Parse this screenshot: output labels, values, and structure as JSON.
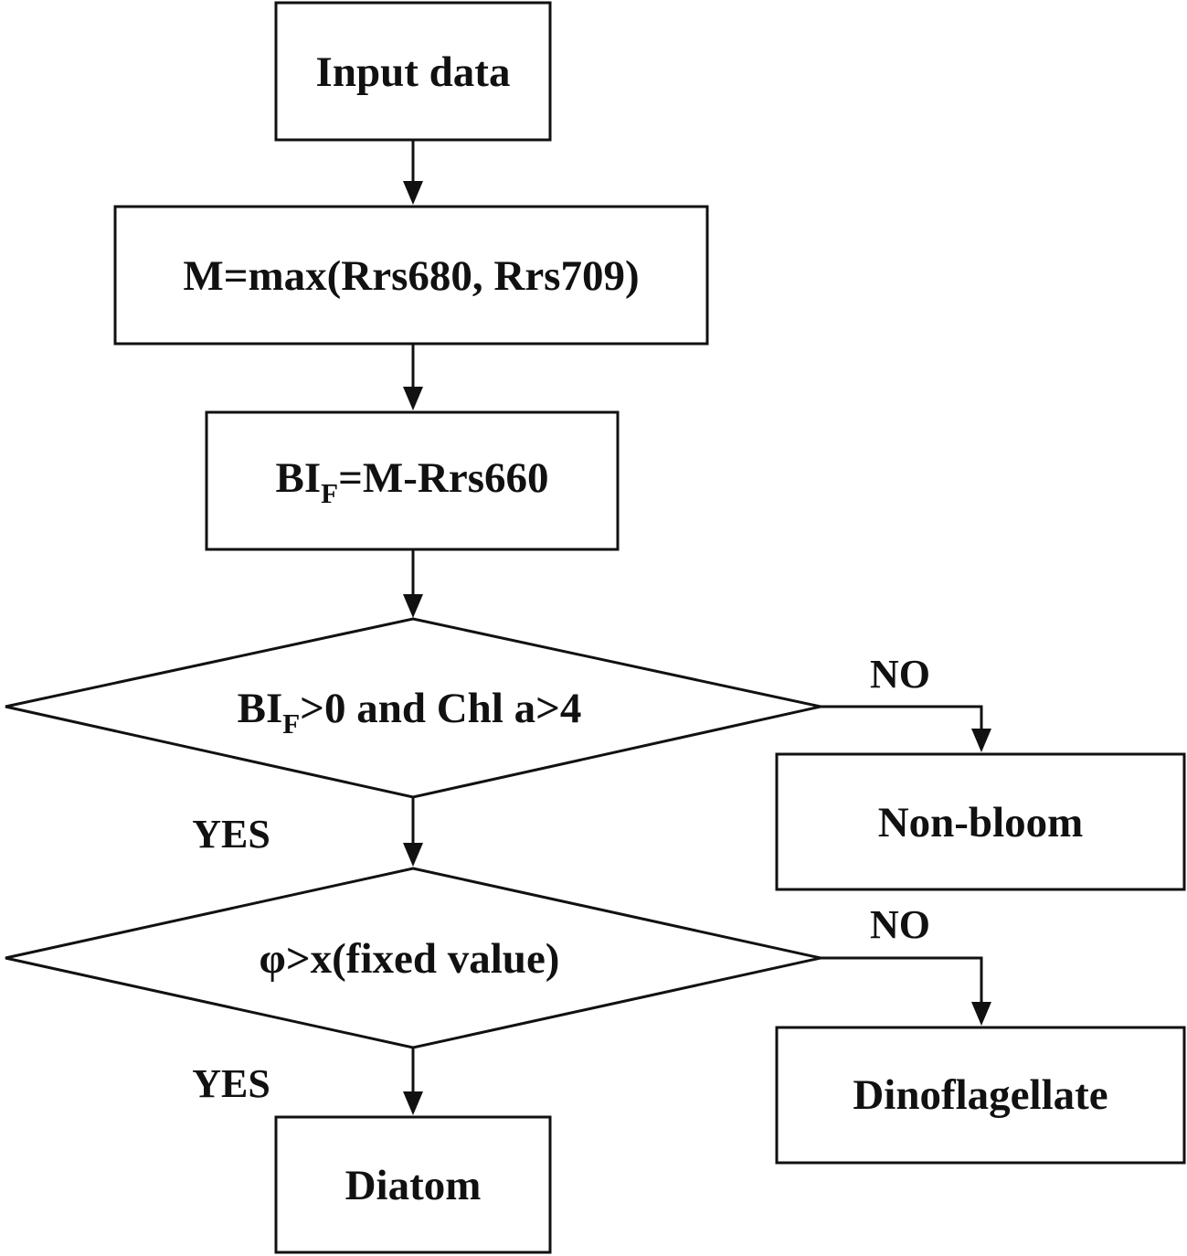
{
  "nodes": {
    "input": {
      "label": "Input data"
    },
    "max": {
      "label": "M=max(Rrs680, Rrs709)"
    },
    "bif": {
      "prefix": "BI",
      "subscript": "F",
      "suffix": "=M-Rrs660"
    },
    "decision1": {
      "prefix": "BI",
      "subscript": "F",
      "suffix": ">0 and Chl a>4"
    },
    "nonbloom": {
      "label": "Non-bloom"
    },
    "decision2": {
      "label": "φ>x(fixed value)"
    },
    "dinoflagellate": {
      "label": "Dinoflagellate"
    },
    "diatom": {
      "label": "Diatom"
    }
  },
  "edges": {
    "d1_yes": "YES",
    "d1_no": "NO",
    "d2_yes": "YES",
    "d2_no": "NO"
  },
  "colors": {
    "stroke": "#111111",
    "background": "#ffffff"
  }
}
